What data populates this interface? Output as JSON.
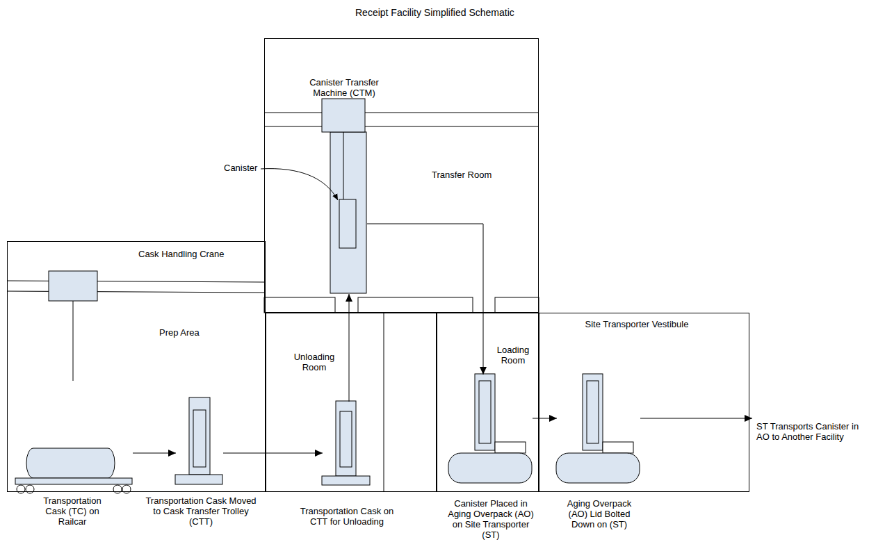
{
  "diagram": {
    "title": "Receipt Facility Simplified Schematic",
    "nodes": [
      {
        "text": [
          "Transfer Room"
        ]
      },
      {
        "text": [
          "Canister Transfer Machine (CTM)"
        ],
        "in": 0
      },
      {
        "text": [
          "Prep Area"
        ]
      },
      {
        "text": [
          "Cask Handling Crane"
        ],
        "in": 2
      },
      {
        "text": [
          "Unloading Room"
        ]
      },
      {
        "text": [
          "Loading Room"
        ]
      },
      {
        "text": [
          "Site Transporter Vestibule"
        ]
      },
      {
        "text": [
          "Transportation Cask (TC) on Railcar"
        ],
        "in": 2
      },
      {
        "text": [
          "Transportation Cask Moved to Cask Transfer Trolley (CTT)"
        ],
        "in": 2
      },
      {
        "text": [
          "Transportation Cask on CTT for Unloading"
        ],
        "in": 4
      },
      {
        "text": [
          "Canister Placed in Aging Overpack (AO) on Site Transporter (ST)"
        ],
        "in": 5
      },
      {
        "text": [
          "Aging Overpack (AO) Lid Bolted Down on (ST)"
        ],
        "in": 6
      },
      {
        "text": [
          "ST Transports Canister in AO to Another Facility"
        ]
      }
    ],
    "edges": [
      {
        "from": 7,
        "to": 8,
        "arrow": "to"
      },
      {
        "from": 8,
        "to": 9,
        "arrow": "to"
      },
      {
        "from": 9,
        "to": 1,
        "arrow": "to"
      },
      {
        "from": 1,
        "to": 10,
        "arrow": "to"
      },
      {
        "from": 10,
        "to": 11,
        "arrow": "to"
      },
      {
        "from": 11,
        "to": 12,
        "arrow": "to"
      }
    ],
    "labels": [
      "Canister"
    ]
  }
}
